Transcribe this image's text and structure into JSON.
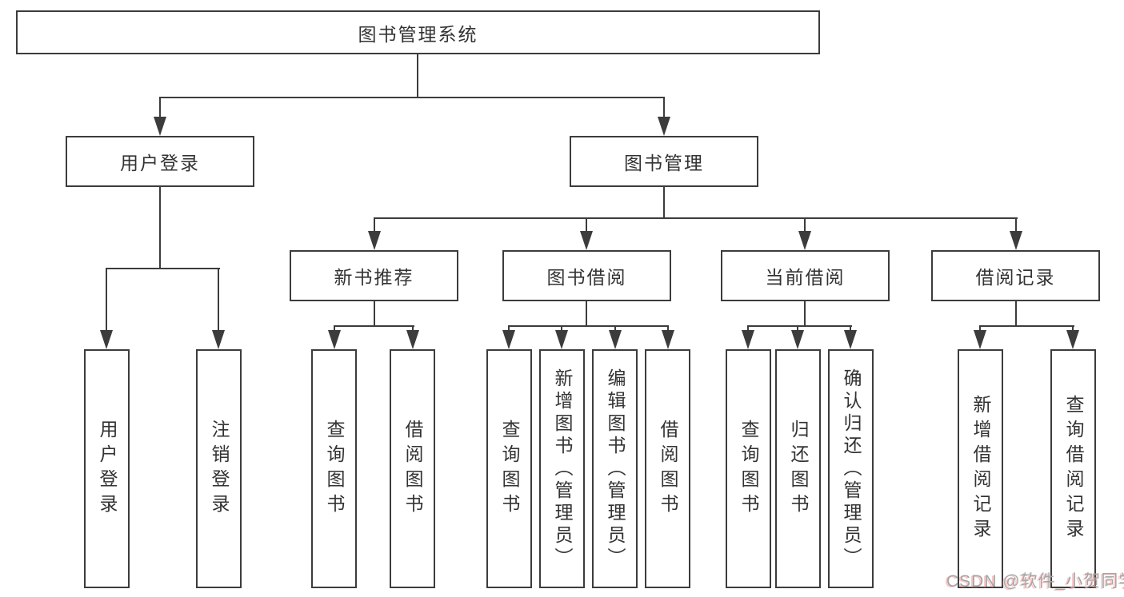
{
  "root": {
    "label": "图书管理系统"
  },
  "level2": {
    "user_login": "用户登录",
    "book_mgmt": "图书管理"
  },
  "level3": {
    "new_book": "新书推荐",
    "borrow": "图书借阅",
    "current": "当前借阅",
    "records": "借阅记录"
  },
  "leaves": {
    "user_login": [
      "用户登录",
      "注销登录"
    ],
    "new_book": [
      "查询图书",
      "借阅图书"
    ],
    "borrow": [
      "查询图书",
      "新增图书（管理员）",
      "编辑图书（管理员）",
      "借阅图书"
    ],
    "current": [
      "查询图书",
      "归还图书",
      "确认归还（管理员）"
    ],
    "records": [
      "新增借阅记录",
      "查询借阅记录"
    ]
  },
  "watermark": "CSDN @软件_小贺同学",
  "colors": {
    "line": "#3c3c3c",
    "text": "#333333",
    "watermark_gray": "#a6a6a6",
    "watermark_pink": "#f08282"
  }
}
